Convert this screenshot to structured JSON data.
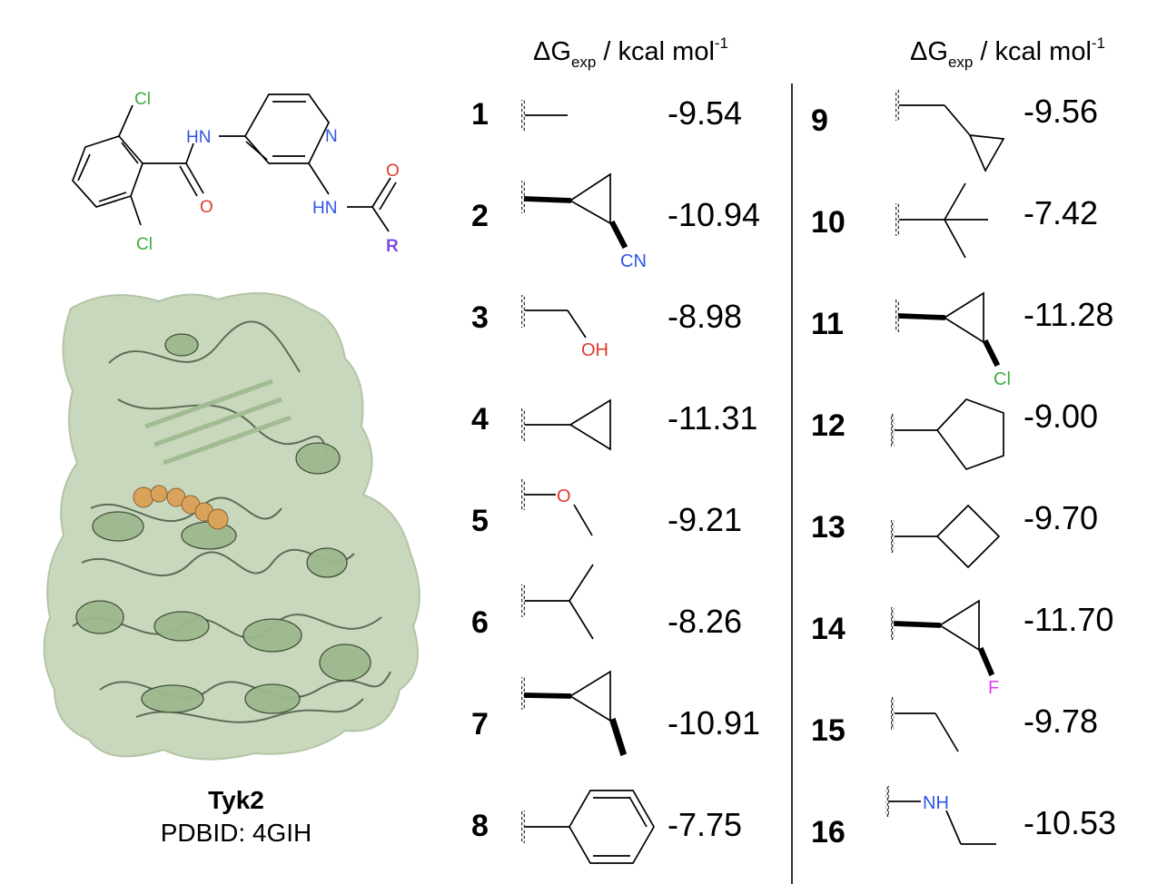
{
  "header": {
    "delta": "ΔG",
    "sub": "exp",
    "unit": " / kcal mol",
    "sup": "-1"
  },
  "scaffold": {
    "atoms": {
      "cl_top": "Cl",
      "cl_bottom": "Cl",
      "hn_amide": "HN",
      "o_amide": "O",
      "n_pyridine": "N",
      "hn_urea": "HN",
      "o_urea": "O",
      "r_group": "R"
    }
  },
  "protein": {
    "name": "Tyk2",
    "pdb": "PDBID: 4GIH"
  },
  "ligands_left": [
    {
      "id": "1",
      "value": "-9.54"
    },
    {
      "id": "2",
      "value": "-10.94",
      "atom": "CN"
    },
    {
      "id": "3",
      "value": "-8.98",
      "atom": "OH"
    },
    {
      "id": "4",
      "value": "-11.31"
    },
    {
      "id": "5",
      "value": "-9.21",
      "atom": "O"
    },
    {
      "id": "6",
      "value": "-8.26"
    },
    {
      "id": "7",
      "value": "-10.91"
    },
    {
      "id": "8",
      "value": "-7.75"
    }
  ],
  "ligands_right": [
    {
      "id": "9",
      "value": "-9.56"
    },
    {
      "id": "10",
      "value": "-7.42"
    },
    {
      "id": "11",
      "value": "-11.28",
      "atom": "Cl"
    },
    {
      "id": "12",
      "value": "-9.00"
    },
    {
      "id": "13",
      "value": "-9.70"
    },
    {
      "id": "14",
      "value": "-11.70",
      "atom": "F"
    },
    {
      "id": "15",
      "value": "-9.78"
    },
    {
      "id": "16",
      "value": "-10.53",
      "atom": "NH"
    }
  ],
  "colors": {
    "chlorine": "#3cae3c",
    "nitrogen": "#2f55e8",
    "oxygen": "#e03a2e",
    "r_group": "#7a4fe0",
    "fluorine": "#e040ef",
    "surface": "#c9d8bd",
    "ribbon": "#9db88e",
    "ligand_surface": "#d9a35c"
  }
}
